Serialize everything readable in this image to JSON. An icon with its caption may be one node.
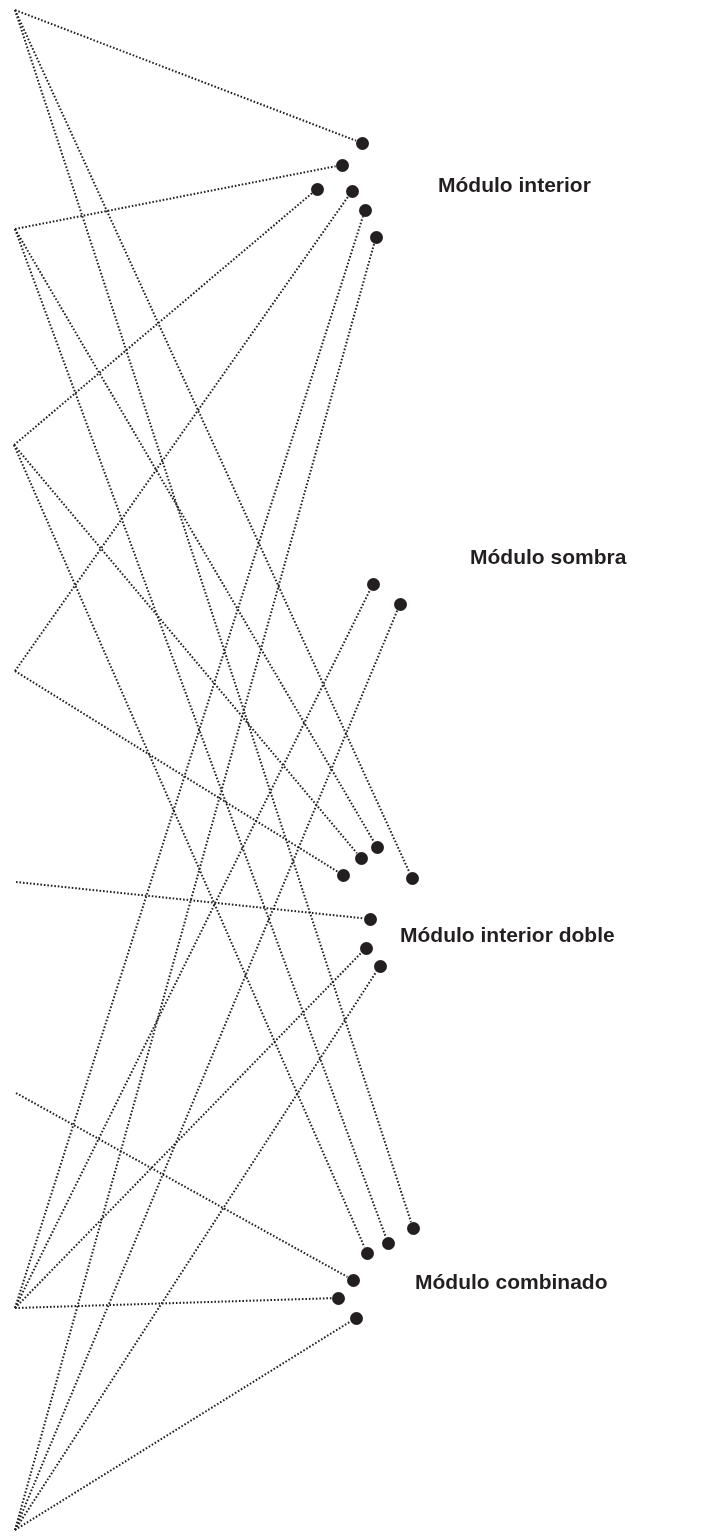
{
  "diagram": {
    "nodes": [
      {
        "text": [],
        "shape": "circle"
      },
      {
        "text": [],
        "shape": "circle"
      },
      {
        "text": [],
        "shape": "circle"
      },
      {
        "text": [],
        "shape": "circle"
      },
      {
        "text": [],
        "shape": "circle"
      },
      {
        "text": [],
        "shape": "circle"
      },
      {
        "text": [],
        "shape": "circle"
      },
      {
        "text": [],
        "shape": "circle"
      },
      {
        "text": [],
        "shape": "circle"
      },
      {
        "text": [],
        "shape": "circle"
      },
      {
        "text": [],
        "shape": "circle"
      },
      {
        "text": [],
        "shape": "circle"
      },
      {
        "text": [],
        "shape": "circle"
      },
      {
        "text": [],
        "shape": "circle"
      },
      {
        "text": [],
        "shape": "circle"
      },
      {
        "text": [],
        "shape": "circle"
      },
      {
        "text": [],
        "shape": "circle"
      },
      {
        "text": [],
        "shape": "circle"
      },
      {
        "text": [],
        "shape": "circle"
      },
      {
        "text": [],
        "shape": "circle"
      },
      {
        "text": [],
        "shape": "circle"
      }
    ],
    "edges": [
      {
        "from": null,
        "to": 0,
        "arrow": "none"
      },
      {
        "from": null,
        "to": 11,
        "arrow": "none"
      },
      {
        "from": null,
        "to": 15,
        "arrow": "none"
      },
      {
        "from": null,
        "to": 1,
        "arrow": "none"
      },
      {
        "from": null,
        "to": 8,
        "arrow": "none"
      },
      {
        "from": null,
        "to": 16,
        "arrow": "none"
      },
      {
        "from": null,
        "to": 2,
        "arrow": "none"
      },
      {
        "from": null,
        "to": 9,
        "arrow": "none"
      },
      {
        "from": null,
        "to": 17,
        "arrow": "none"
      },
      {
        "from": null,
        "to": 3,
        "arrow": "none"
      },
      {
        "from": null,
        "to": 10,
        "arrow": "none"
      },
      {
        "from": null,
        "to": 12,
        "arrow": "none"
      },
      {
        "from": null,
        "to": 18,
        "arrow": "none"
      },
      {
        "from": null,
        "to": 4,
        "arrow": "none"
      },
      {
        "from": null,
        "to": 6,
        "arrow": "none"
      },
      {
        "from": null,
        "to": 13,
        "arrow": "none"
      },
      {
        "from": null,
        "to": 19,
        "arrow": "none"
      },
      {
        "from": null,
        "to": 5,
        "arrow": "none"
      },
      {
        "from": null,
        "to": 7,
        "arrow": "none"
      },
      {
        "from": null,
        "to": 14,
        "arrow": "none"
      },
      {
        "from": null,
        "to": 20,
        "arrow": "none"
      }
    ],
    "labels": [
      "Módulo interior",
      "Módulo sombra",
      "Módulo interior doble",
      "Módulo combinado"
    ]
  }
}
